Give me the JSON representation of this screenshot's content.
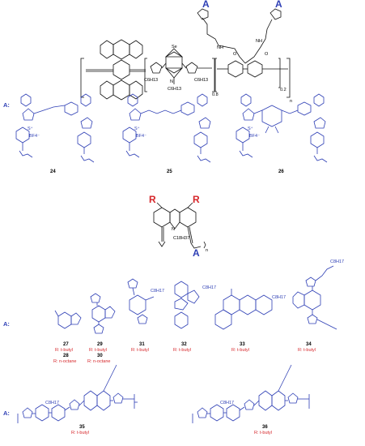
{
  "colors": {
    "blue": "#2e3fb5",
    "red": "#d6262a",
    "black": "#111111"
  },
  "polymer": {
    "a1": "A",
    "a2": "A",
    "se": "Se",
    "n_top": "N",
    "n_bottom": "N",
    "n_core": "N",
    "c6_left": "C6H13",
    "c6_right": "C6H13",
    "c6_bottom": "C6H13",
    "nh_left": "NH",
    "nh_right": "NH",
    "o_left": "O",
    "o_right": "O",
    "sub_08": "0.8",
    "sub_02": "0.2",
    "sub_n": "n"
  },
  "row1": {
    "a_label": "A:",
    "items": [
      {
        "num": "24",
        "counter": "BF4⁻",
        "s": "S⁺"
      },
      {
        "num": "25",
        "counter": "BF4⁻",
        "s": "S⁺"
      },
      {
        "num": "26",
        "counter": "BF4⁻",
        "s": "S⁺"
      }
    ]
  },
  "carbazole": {
    "r_left": "R",
    "r_right": "R",
    "n": "N",
    "chain": "C18H37",
    "a": "A",
    "n_sub": "n"
  },
  "row2": {
    "a_label": "A:",
    "items": [
      {
        "num": "27",
        "r": "R: t-butyl",
        "num2": "28",
        "r2": "R: n-octane"
      },
      {
        "num": "29",
        "r": "R: t-butyl",
        "num2": "30",
        "r2": "R: n-octane"
      },
      {
        "num": "31",
        "r": "R: t-butyl",
        "chain": "C8H17"
      },
      {
        "num": "32",
        "r": "R: t-butyl",
        "chain": "C8H17"
      },
      {
        "num": "33",
        "r": "R: t-butyl",
        "chain": "C8H17"
      },
      {
        "num": "34",
        "r": "R: t-butyl",
        "chain": "C8H17"
      }
    ]
  },
  "row3": {
    "a_label": "A:",
    "items": [
      {
        "num": "35",
        "r": "R: t-butyl",
        "chain": "C8H17"
      },
      {
        "num": "36",
        "r": "R: t-butyl",
        "chain": "C8H17"
      }
    ]
  }
}
